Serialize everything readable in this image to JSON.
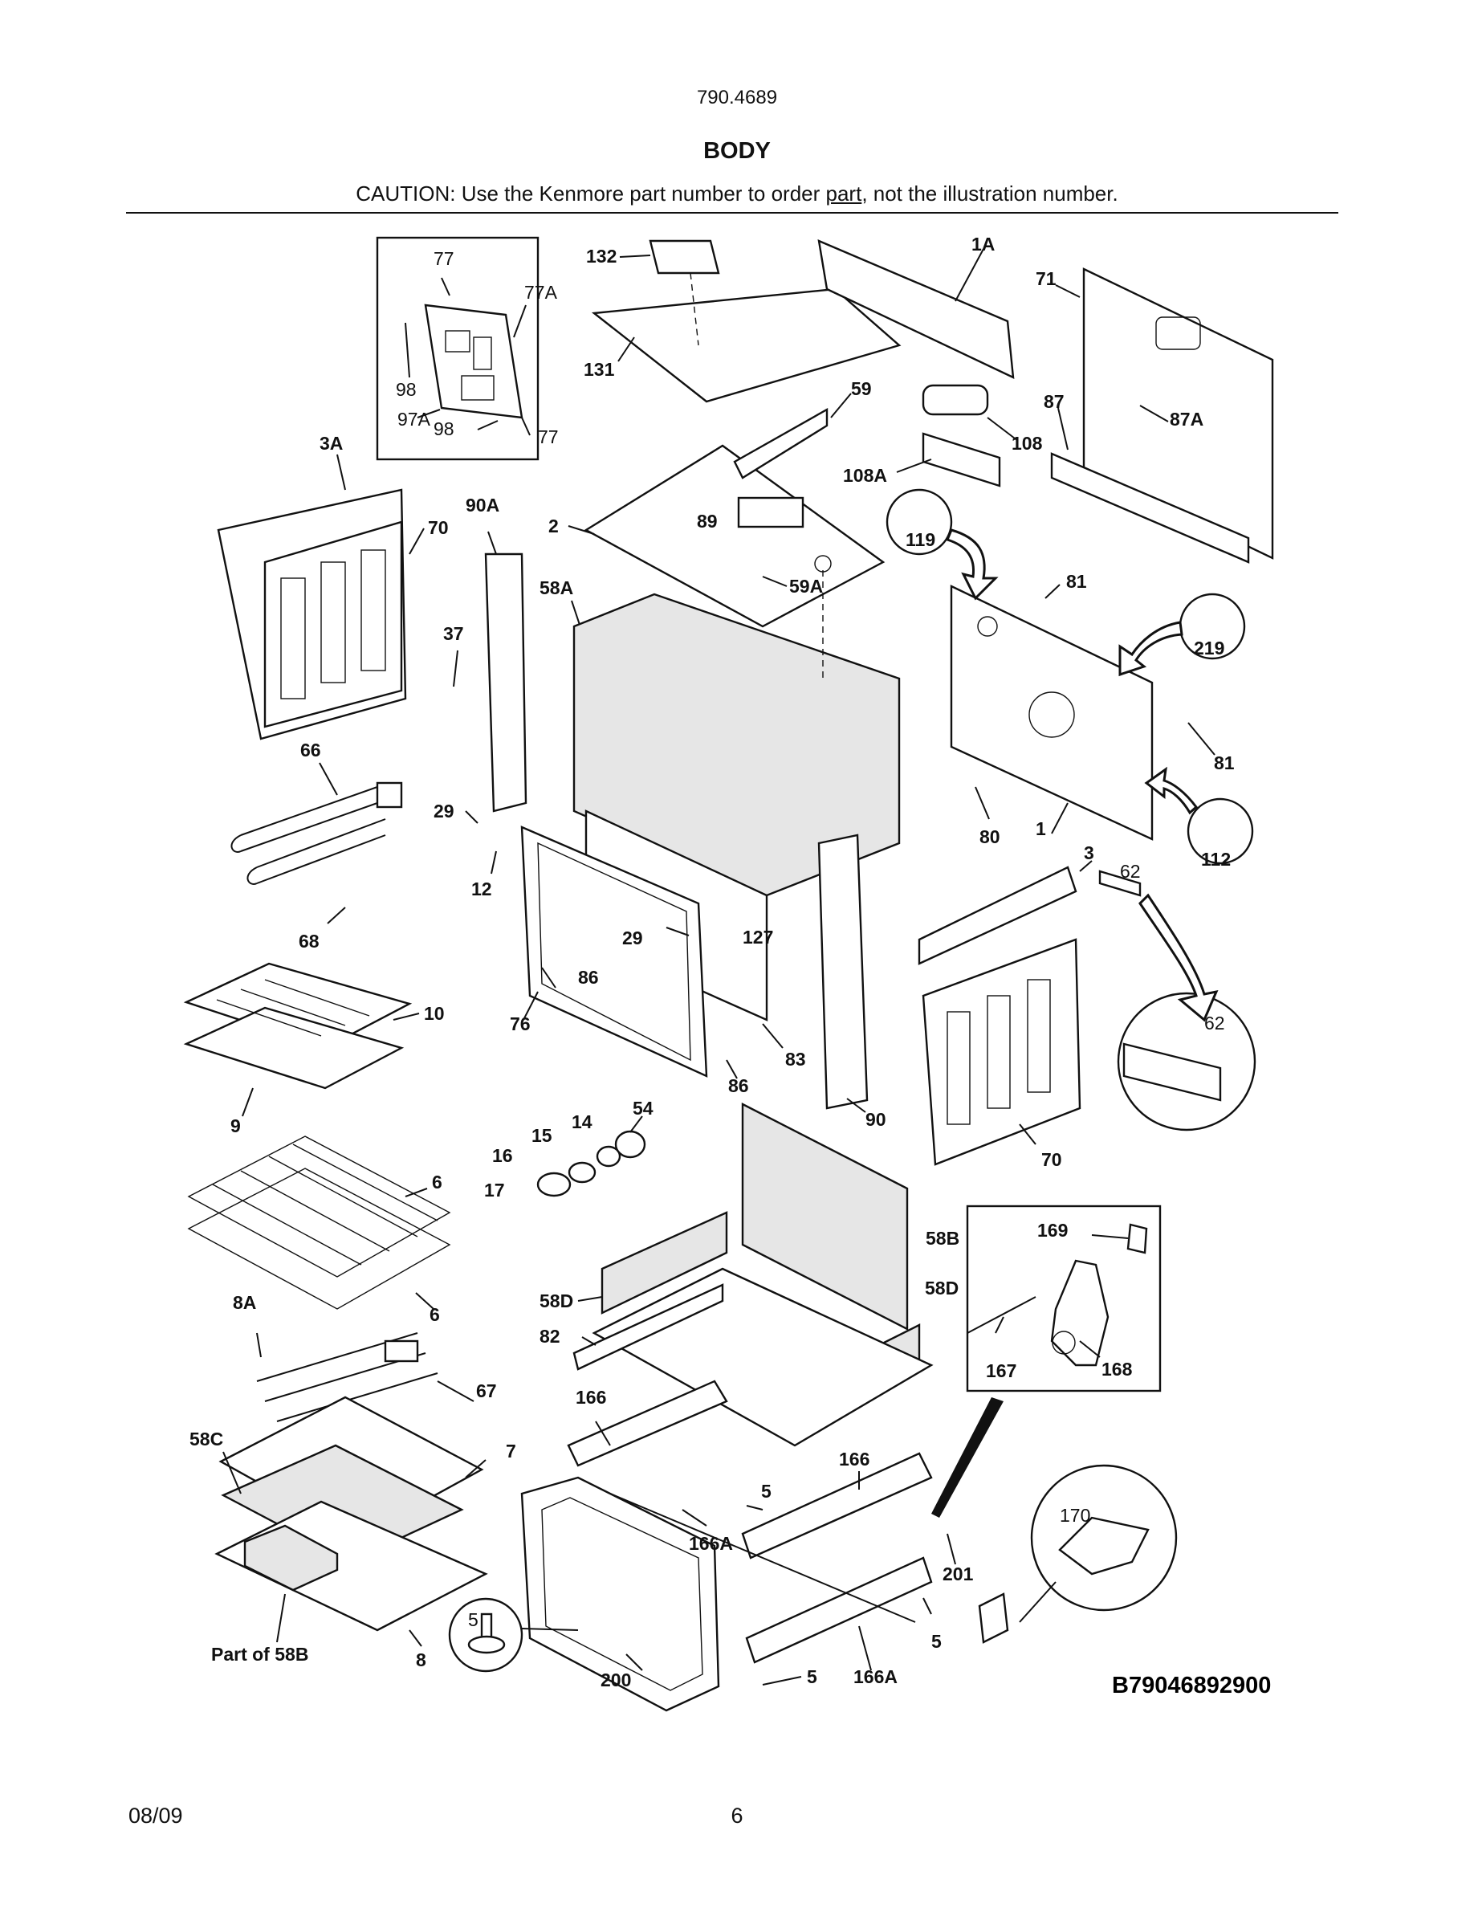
{
  "header": {
    "model_number": "790.4689",
    "section_title": "BODY",
    "caution_before": "CAUTION: Use the Kenmore part number to order ",
    "caution_link": "part",
    "caution_after": ", not the illustration number."
  },
  "diagram": {
    "code": "B79046892900",
    "labels": {
      "l132": "132",
      "l1A": "1A",
      "l71": "71",
      "l131": "131",
      "l59": "59",
      "l87": "87",
      "l87A": "87A",
      "l108": "108",
      "l108A": "108A",
      "l77a": "77",
      "l77A": "77A",
      "l98a": "98",
      "l97A": "97A",
      "l98b": "98",
      "l77b": "77",
      "l3A": "3A",
      "l70a": "70",
      "l90A": "90A",
      "l2": "2",
      "l89": "89",
      "l119": "119",
      "l58A": "58A",
      "l59A": "59A",
      "l81a": "81",
      "l219": "219",
      "l37": "37",
      "l81b": "81",
      "l66": "66",
      "l29a": "29",
      "l12": "12",
      "l80": "80",
      "l1": "1",
      "l112": "112",
      "l3": "3",
      "l62a": "62",
      "l68": "68",
      "l29b": "29",
      "l127": "127",
      "l86a": "86",
      "l10": "10",
      "l76": "76",
      "l83": "83",
      "l86b": "86",
      "l62b": "62",
      "l9": "9",
      "l54": "54",
      "l14": "14",
      "l15": "15",
      "l16": "16",
      "l90": "90",
      "l70b": "70",
      "l6a": "6",
      "l17": "17",
      "l169": "169",
      "l58B": "58B",
      "l58D1": "58D",
      "l58D2": "58D",
      "l6b": "6",
      "l8A": "8A",
      "l82": "82",
      "l167": "167",
      "l168": "168",
      "l67": "67",
      "l166a": "166",
      "l58C": "58C",
      "l7": "7",
      "l166b": "166",
      "l170": "170",
      "l166A1": "166A",
      "l5a": "5",
      "l5b": "5",
      "l201": "201",
      "l5c": "5",
      "lPart58B": "Part of 58B",
      "l8": "8",
      "l200": "200",
      "l5d": "5",
      "l166A2": "166A"
    }
  },
  "footer": {
    "date": "08/09",
    "page_number": "6"
  }
}
